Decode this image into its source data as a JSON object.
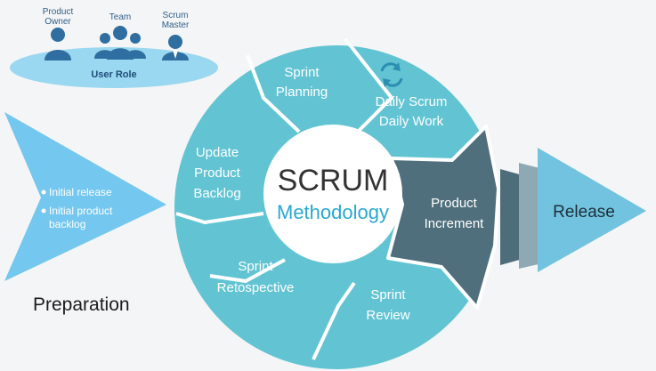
{
  "user_role": {
    "title": "User Role",
    "roles": [
      {
        "line1": "Product",
        "line2": "Owner"
      },
      {
        "line1": "Team",
        "line2": ""
      },
      {
        "line1": "Scrum",
        "line2": "Master"
      }
    ]
  },
  "preparation": {
    "title": "Preparation",
    "bullets": [
      {
        "line1": "Initial release",
        "line2": ""
      },
      {
        "line1": "Initial product",
        "line2": "backlog"
      }
    ]
  },
  "center": {
    "line1": "SCRUM",
    "line2": "Methodology"
  },
  "segments": {
    "sprint_planning": {
      "line1": "Sprint",
      "line2": "Planning"
    },
    "daily_scrum": {
      "line1": "Daily Scrum",
      "line2": "Daily Work",
      "icon": "refresh-cycle-icon"
    },
    "product_increment": {
      "line1": "Product",
      "line2": "Increment"
    },
    "sprint_review": {
      "line1": "Sprint",
      "line2": "Review"
    },
    "sprint_retrospective": {
      "line1": "Sprint",
      "line2": "Retospective"
    },
    "update_backlog": {
      "line1": "Update",
      "line2": "Product",
      "line3": "Backlog"
    }
  },
  "release": {
    "title": "Release"
  },
  "colors": {
    "background": "#f4f5f6",
    "segment": "#62c4d3",
    "segment_border": "#ffffff",
    "increment": "#4f6f7c",
    "center_dark": "#333333",
    "center_accent": "#29a8cf",
    "release_arrow": "#72c3df",
    "preparation_arrow": "#74c7ee",
    "role_oval": "#9ad7f0",
    "role_icon": "#2f6ea0"
  }
}
